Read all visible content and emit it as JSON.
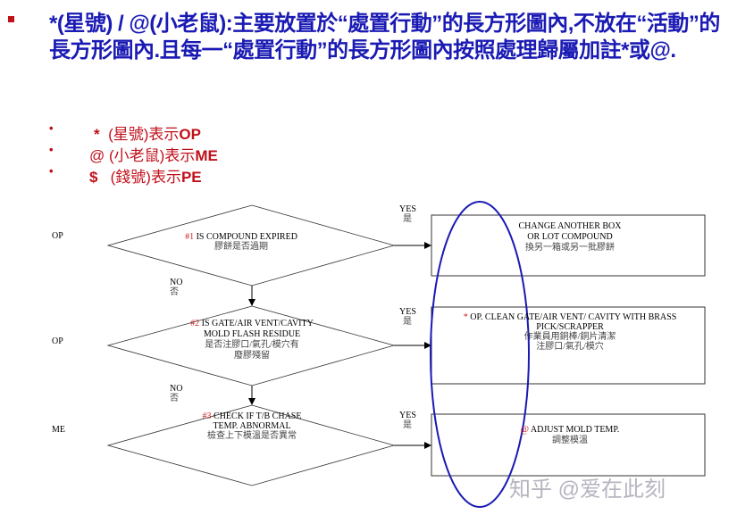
{
  "heading": "*(星號) / @(小老鼠):主要放置於“處置行動”的長方形圖內,不放在“活動”的長方形圖內.且每一“處置行動”的長方形圖內按照處理歸屬加註*或@.",
  "legend": [
    {
      "symbol": "*",
      "text": "(星號)表示",
      "role": "OP"
    },
    {
      "symbol": "@",
      "text": "(小老鼠)表示",
      "role": "ME"
    },
    {
      "symbol": "$",
      "text": "(錢號)表示",
      "role": "PE"
    }
  ],
  "flowchart": {
    "rows": [
      {
        "owner": "OP",
        "num": "#1",
        "question_en": [
          "IS COMPOUND EXPIRED"
        ],
        "question_zh": [
          "膠餅是否過期"
        ],
        "yes_en": "YES",
        "yes_zh": "是",
        "action_mark": "",
        "action_en": [
          "CHANGE ANOTHER BOX",
          "OR LOT COMPOUND"
        ],
        "action_zh": [
          "換另一箱或另一批膠餅"
        ]
      },
      {
        "owner": "OP",
        "num": "#2",
        "question_en": [
          "IS GATE/AIR VENT/CAVITY",
          "MOLD FLASH RESIDUE"
        ],
        "question_zh": [
          "是否注膠口/氣孔/模穴有",
          "廢膠殘留"
        ],
        "yes_en": "YES",
        "yes_zh": "是",
        "action_mark": "*",
        "action_en": [
          "OP. CLEAN GATE/AIR VENT/ CAVITY WITH BRASS",
          "PICK/SCRAPPER"
        ],
        "action_zh": [
          "作業員用銅棒/銅片清潔",
          "注膠口/氣孔/模穴"
        ]
      },
      {
        "owner": "ME",
        "num": "#3",
        "question_en": [
          "CHECK IF T/B CHASE",
          "TEMP. ABNORMAL"
        ],
        "question_zh": [
          "檢查上下模溫是否異常"
        ],
        "yes_en": "YES",
        "yes_zh": "是",
        "action_mark": "@",
        "action_en": [
          "ADJUST MOLD TEMP."
        ],
        "action_zh": [
          "調整模溫"
        ]
      }
    ],
    "no_labels": [
      {
        "en": "NO",
        "zh": "否"
      },
      {
        "en": "NO",
        "zh": "否"
      }
    ],
    "highlight_color": "#1a1ab4"
  },
  "watermark": "知乎 @爱在此刻"
}
